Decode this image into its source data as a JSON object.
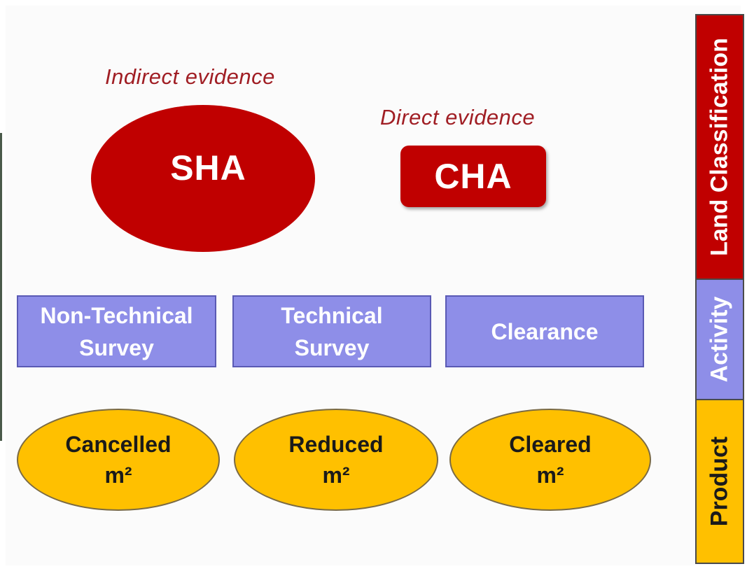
{
  "evidence": {
    "indirect": "Indirect evidence",
    "direct": "Direct evidence"
  },
  "areas": {
    "sha": "SHA",
    "cha": "CHA"
  },
  "activities": {
    "non_technical_survey": [
      "Non-Technical",
      "Survey"
    ],
    "technical_survey": [
      "Technical",
      "Survey"
    ],
    "clearance": [
      "Clearance"
    ]
  },
  "products": {
    "cancelled": [
      "Cancelled",
      "m²"
    ],
    "reduced": [
      "Reduced",
      "m²"
    ],
    "cleared": [
      "Cleared",
      "m²"
    ]
  },
  "side_bar": {
    "land_classification": "Land Classification",
    "activity": "Activity",
    "product": "Product"
  },
  "colors": {
    "land_classification": "#c00000",
    "activity": "#8e8ee8",
    "product": "#ffc000",
    "evidence_text": "#a01e24"
  }
}
